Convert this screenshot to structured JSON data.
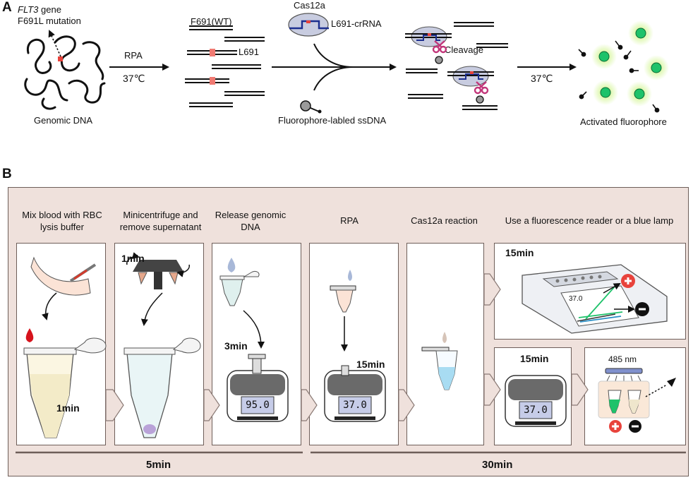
{
  "panel_a": {
    "letter": "A",
    "gene_italic": "FLT3",
    "gene_suffix": " gene",
    "mutation": "F691L mutation",
    "genomic_dna": "Genomic DNA",
    "rpa": "RPA",
    "temp1": "37℃",
    "wt": "F691(WT)",
    "l691": "L691",
    "cas12a": "Cas12a",
    "crrna": "L691-crRNA",
    "probe": "Fluorophore-labled ssDNA",
    "cleavage": "Cleavage",
    "temp2": "37℃",
    "activated": "Activated fluorophore"
  },
  "panel_b": {
    "letter": "B",
    "steps": [
      "Mix blood with RBC lysis buffer",
      "Minicentrifuge and remove supernatant",
      "Release genomic DNA",
      "RPA",
      "Cas12a reaction",
      "Use a fluorescence reader or a blue lamp"
    ],
    "times": {
      "mix": "1min",
      "spin": "1min",
      "release": "3min",
      "rpa": "15min",
      "reader": "15min",
      "lamp": "15min"
    },
    "heater_display_1": "95.0",
    "heater_display_2": "37.0",
    "heater_display_3": "37.0",
    "reader_display": "37.0",
    "wavelength": "485 nm",
    "total_1": "5min",
    "total_2": "30min"
  },
  "colors": {
    "panel_bg": "#efe1dc",
    "panel_border": "#6e5e59",
    "fluor_green": "#1ec26a",
    "glow": "#c8f27a",
    "crrna_blue": "#1c2f8f",
    "mutation_red": "#e8433c",
    "scissor_pink": "#c2367a"
  }
}
